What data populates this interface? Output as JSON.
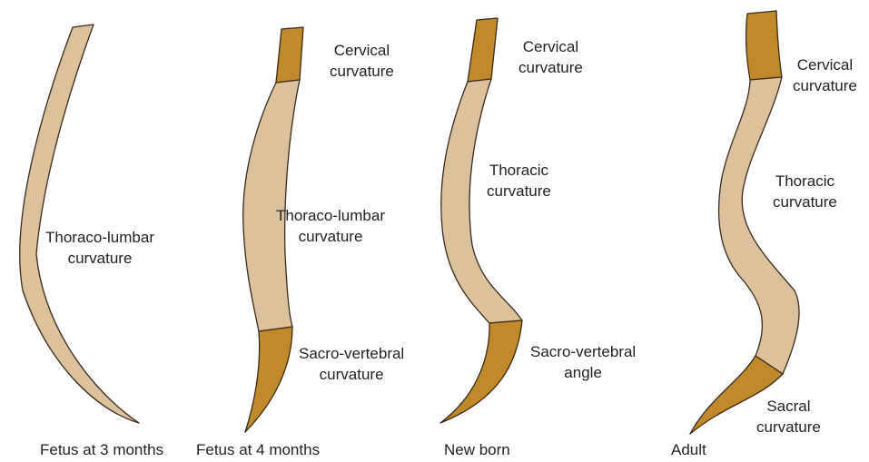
{
  "colors": {
    "light_segment": "#dcc29c",
    "dark_segment": "#c08a2a",
    "outline": "#3a2a1a"
  },
  "panels": [
    {
      "caption": "Fetus at 3 months",
      "labels": [
        {
          "lines": [
            "Thoraco-lumbar",
            "curvature"
          ]
        }
      ]
    },
    {
      "caption": "Fetus at 4 months",
      "labels": [
        {
          "lines": [
            "Cervical",
            "curvature"
          ]
        },
        {
          "lines": [
            "Thoraco-lumbar",
            "curvature"
          ]
        },
        {
          "lines": [
            "Sacro-vertebral",
            "curvature"
          ]
        }
      ]
    },
    {
      "caption": "New born",
      "labels": [
        {
          "lines": [
            "Cervical",
            "curvature"
          ]
        },
        {
          "lines": [
            "Thoracic",
            "curvature"
          ]
        },
        {
          "lines": [
            "Sacro-vertebral",
            "angle"
          ]
        }
      ]
    },
    {
      "caption": "Adult",
      "labels": [
        {
          "lines": [
            "Cervical",
            "curvature"
          ]
        },
        {
          "lines": [
            "Thoracic",
            "curvature"
          ]
        },
        {
          "lines": [
            "Sacral",
            "curvature"
          ]
        }
      ]
    }
  ]
}
